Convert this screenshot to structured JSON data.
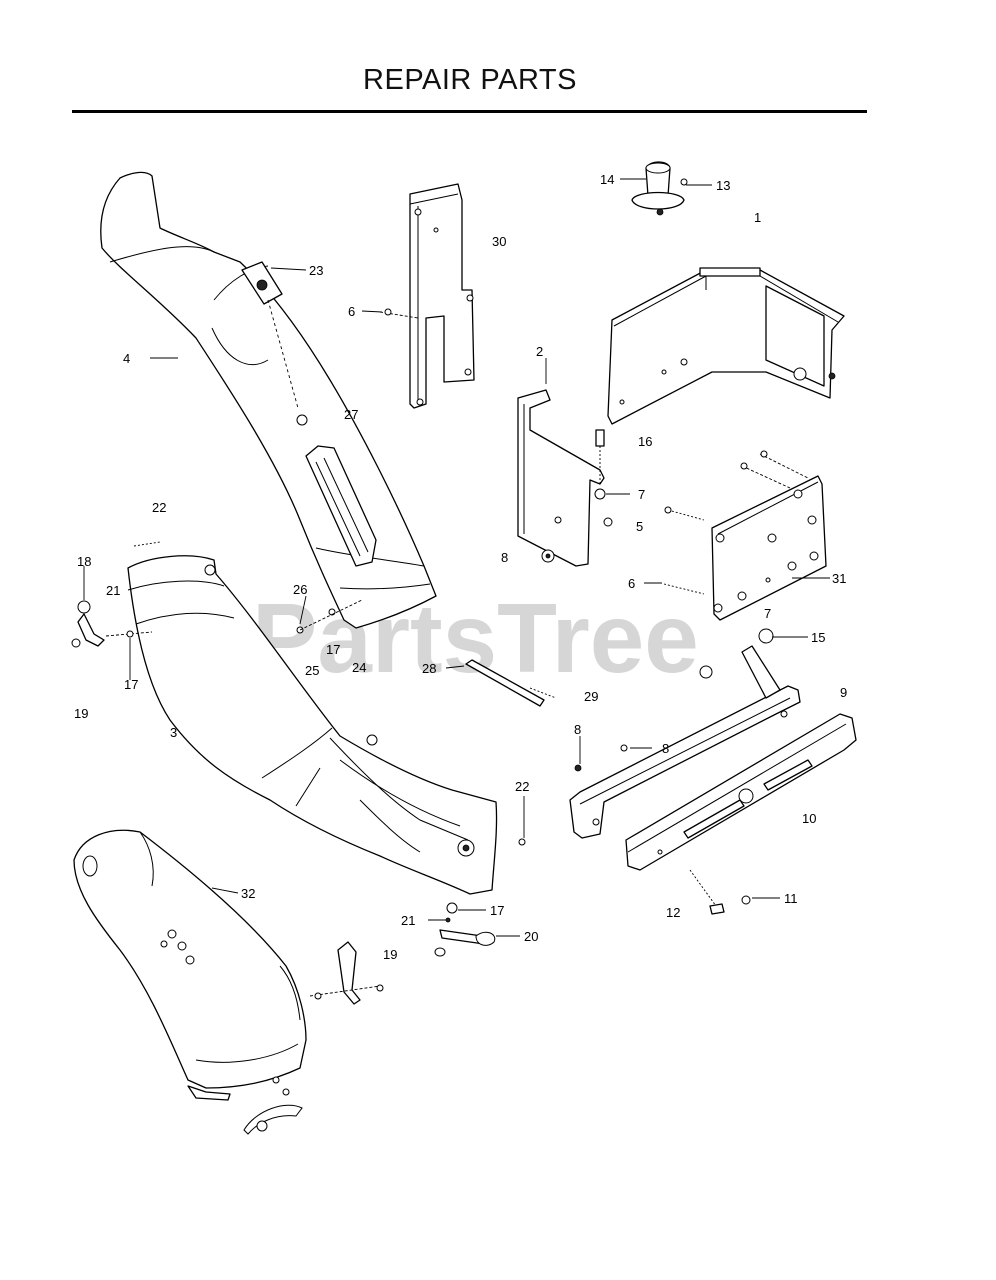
{
  "page": {
    "title": "REPAIR PARTS",
    "watermark": "PartsTree"
  },
  "callouts": [
    {
      "id": "c-1",
      "label": "1"
    },
    {
      "id": "c-2",
      "label": "2"
    },
    {
      "id": "c-3",
      "label": "3"
    },
    {
      "id": "c-4",
      "label": "4"
    },
    {
      "id": "c-5",
      "label": "5"
    },
    {
      "id": "c-6a",
      "label": "6"
    },
    {
      "id": "c-6b",
      "label": "6"
    },
    {
      "id": "c-7a",
      "label": "7"
    },
    {
      "id": "c-7b",
      "label": "7"
    },
    {
      "id": "c-8a",
      "label": "8"
    },
    {
      "id": "c-8b",
      "label": "8"
    },
    {
      "id": "c-8c",
      "label": "8"
    },
    {
      "id": "c-9",
      "label": "9"
    },
    {
      "id": "c-10",
      "label": "10"
    },
    {
      "id": "c-11",
      "label": "11"
    },
    {
      "id": "c-12",
      "label": "12"
    },
    {
      "id": "c-13",
      "label": "13"
    },
    {
      "id": "c-14",
      "label": "14"
    },
    {
      "id": "c-15",
      "label": "15"
    },
    {
      "id": "c-16",
      "label": "16"
    },
    {
      "id": "c-17a",
      "label": "17"
    },
    {
      "id": "c-17b",
      "label": "17"
    },
    {
      "id": "c-17c",
      "label": "17"
    },
    {
      "id": "c-18",
      "label": "18"
    },
    {
      "id": "c-19a",
      "label": "19"
    },
    {
      "id": "c-19b",
      "label": "19"
    },
    {
      "id": "c-20",
      "label": "20"
    },
    {
      "id": "c-21a",
      "label": "21"
    },
    {
      "id": "c-21b",
      "label": "21"
    },
    {
      "id": "c-22a",
      "label": "22"
    },
    {
      "id": "c-22b",
      "label": "22"
    },
    {
      "id": "c-23",
      "label": "23"
    },
    {
      "id": "c-24",
      "label": "24"
    },
    {
      "id": "c-25",
      "label": "25"
    },
    {
      "id": "c-26",
      "label": "26"
    },
    {
      "id": "c-27",
      "label": "27"
    },
    {
      "id": "c-28",
      "label": "28"
    },
    {
      "id": "c-29",
      "label": "29"
    },
    {
      "id": "c-30",
      "label": "30"
    },
    {
      "id": "c-31",
      "label": "31"
    },
    {
      "id": "c-32",
      "label": "32"
    }
  ]
}
